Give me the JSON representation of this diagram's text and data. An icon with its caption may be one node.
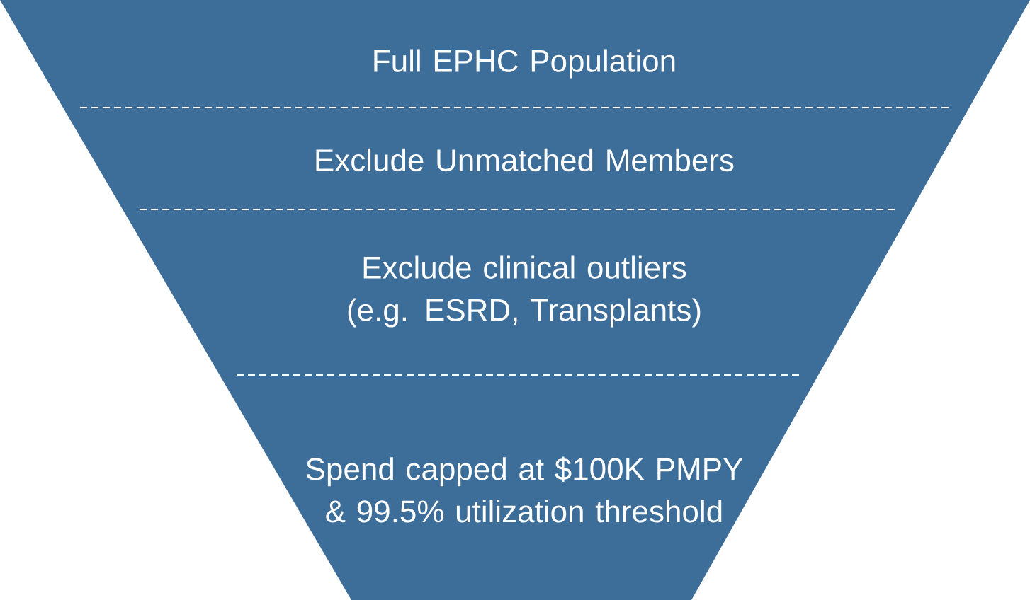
{
  "diagram": {
    "nodes": [
      {
        "text": [
          "Full EPHC Population"
        ]
      },
      {
        "text": [
          "Exclude Unmatched Members"
        ]
      },
      {
        "text": [
          "Exclude clinical outliers (e.g. ESRD, Transplants)"
        ]
      },
      {
        "text": [
          "Spend capped at $100K PMPY & 99.5% utilization threshold"
        ]
      }
    ]
  }
}
